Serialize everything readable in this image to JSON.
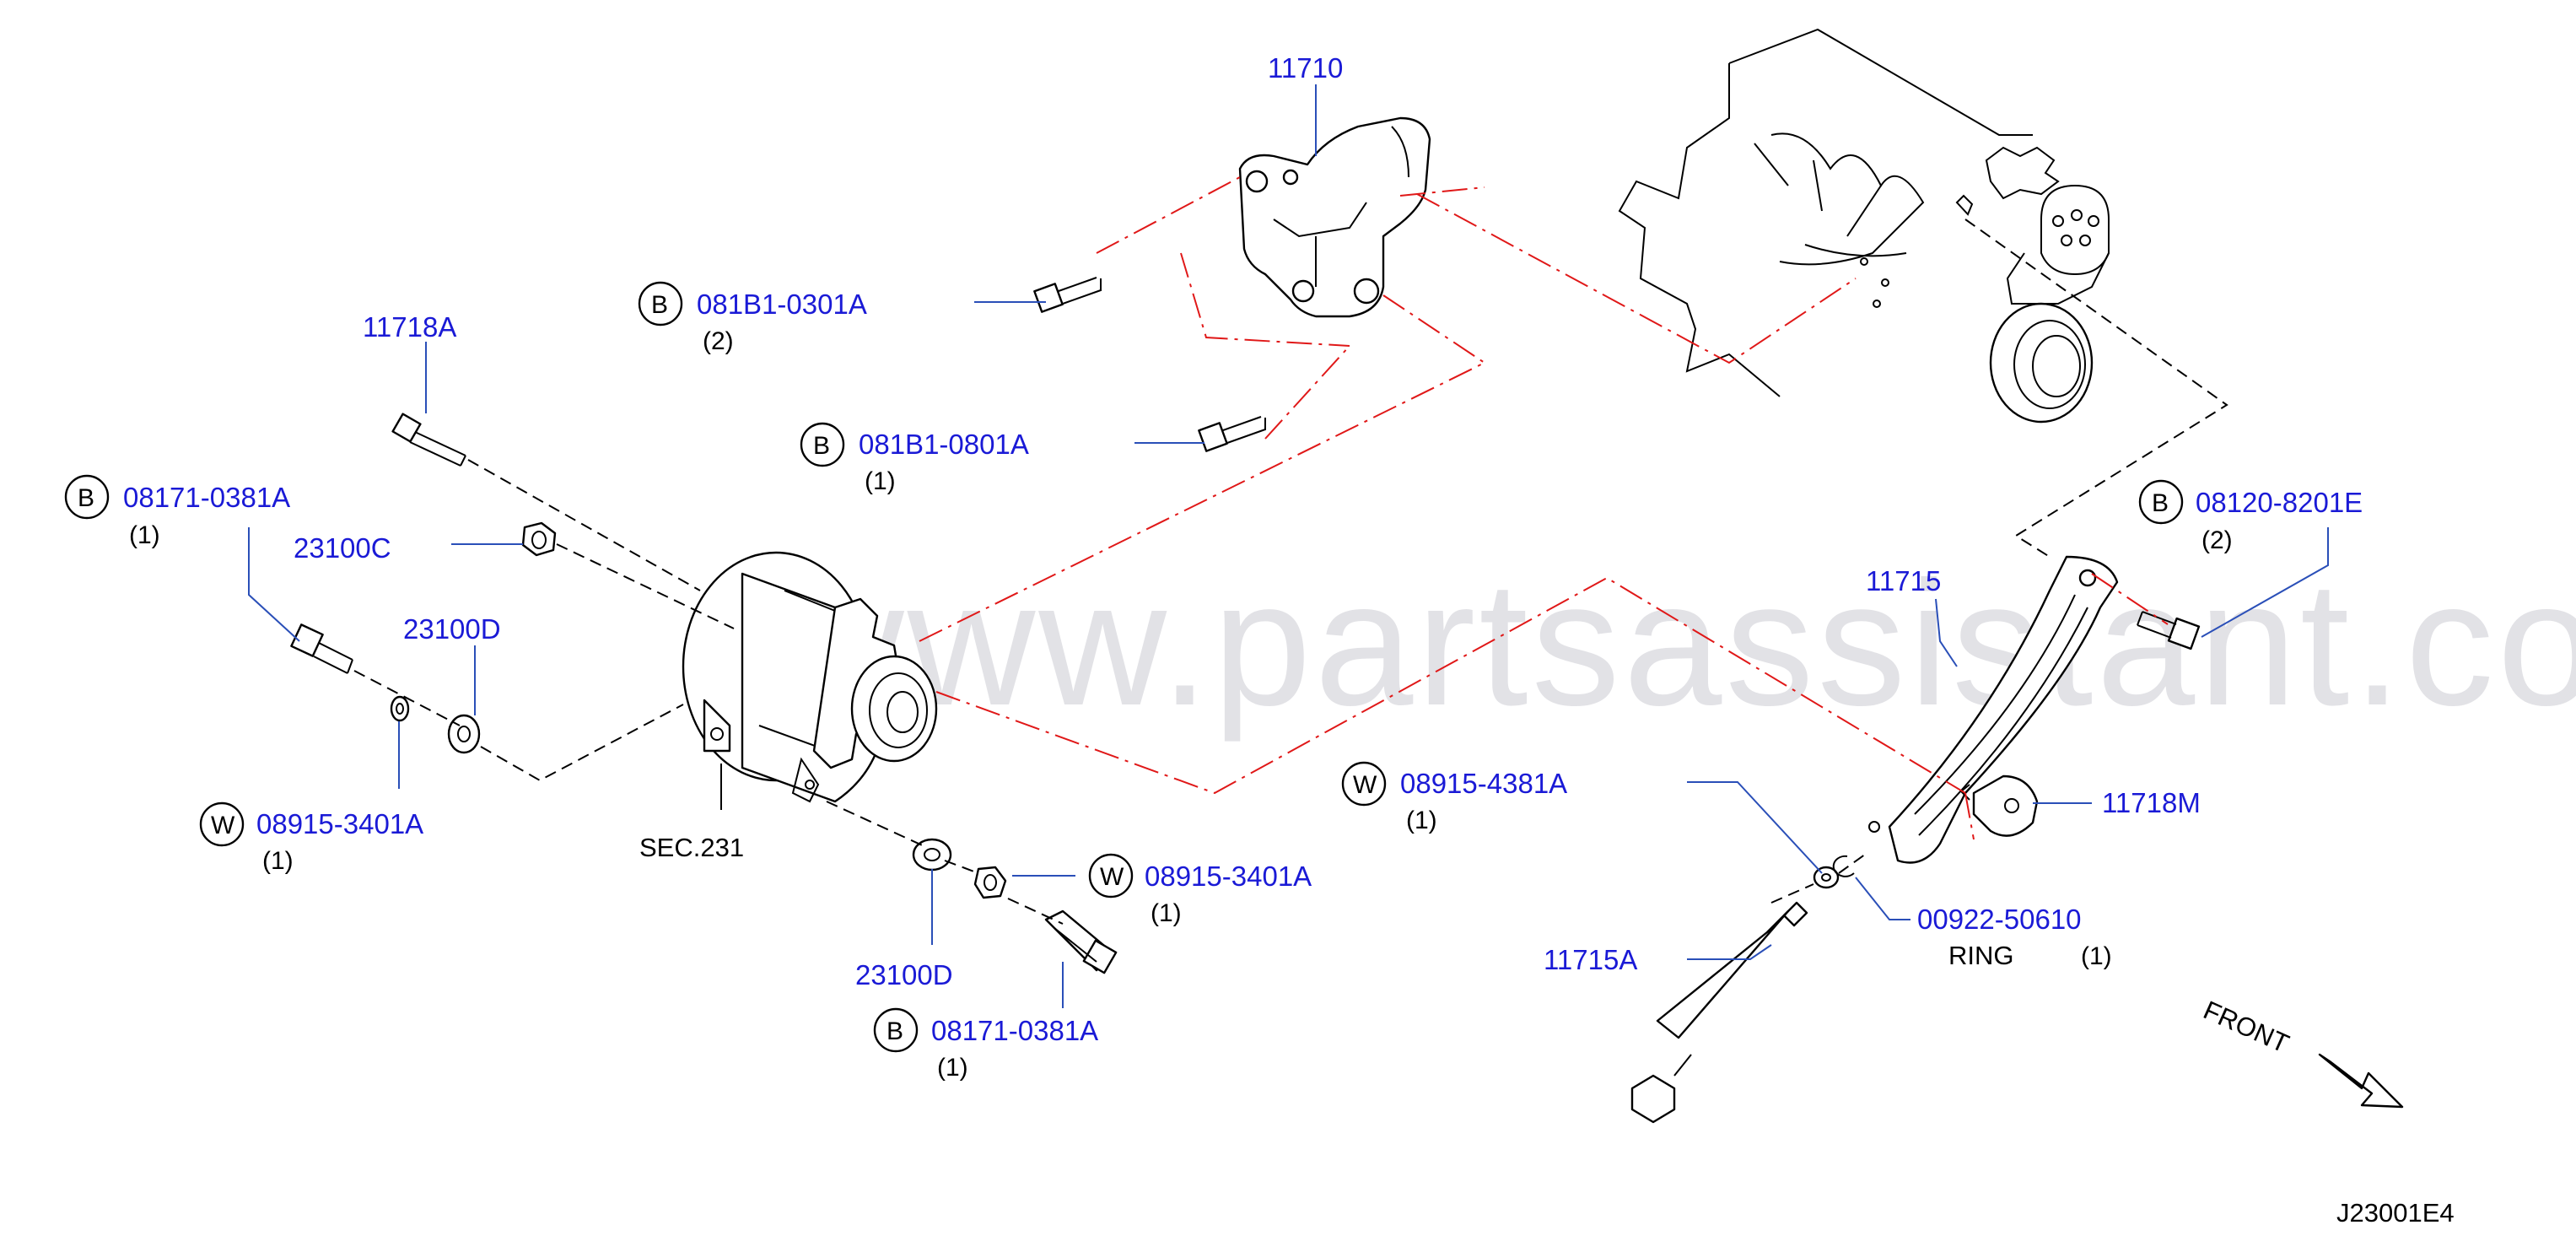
{
  "watermark": "www.partsassistant.com",
  "drawing_code": "J23001E4",
  "front_label": "FRONT",
  "sec_label": "SEC.231",
  "ring_label": "RING",
  "callouts": [
    {
      "id": "c-11710",
      "code": "11710",
      "badge": "",
      "qty": ""
    },
    {
      "id": "c-081b1-0301a",
      "code": "081B1-0301A",
      "badge": "B",
      "qty": "(2)"
    },
    {
      "id": "c-081b1-0801a",
      "code": "081B1-0801A",
      "badge": "B",
      "qty": "(1)"
    },
    {
      "id": "c-11718a",
      "code": "11718A",
      "badge": "",
      "qty": ""
    },
    {
      "id": "c-08171-0381a-top",
      "code": "08171-0381A",
      "badge": "B",
      "qty": "(1)"
    },
    {
      "id": "c-23100c",
      "code": "23100C",
      "badge": "",
      "qty": ""
    },
    {
      "id": "c-23100d-top",
      "code": "23100D",
      "badge": "",
      "qty": ""
    },
    {
      "id": "c-08915-3401a-left",
      "code": "08915-3401A",
      "badge": "W",
      "qty": "(1)"
    },
    {
      "id": "c-08915-3401a-bottom",
      "code": "08915-3401A",
      "badge": "W",
      "qty": "(1)"
    },
    {
      "id": "c-23100d-bottom",
      "code": "23100D",
      "badge": "",
      "qty": ""
    },
    {
      "id": "c-08171-0381a-bottom",
      "code": "08171-0381A",
      "badge": "B",
      "qty": "(1)"
    },
    {
      "id": "c-08915-4381a",
      "code": "08915-4381A",
      "badge": "W",
      "qty": "(1)"
    },
    {
      "id": "c-08120-8201e",
      "code": "08120-8201E",
      "badge": "B",
      "qty": "(2)"
    },
    {
      "id": "c-11715",
      "code": "11715",
      "badge": "",
      "qty": ""
    },
    {
      "id": "c-11718m",
      "code": "11718M",
      "badge": "",
      "qty": ""
    },
    {
      "id": "c-00922-50610",
      "code": "00922-50610",
      "badge": "",
      "qty": "(1)"
    },
    {
      "id": "c-11715a",
      "code": "11715A",
      "badge": "",
      "qty": ""
    }
  ]
}
